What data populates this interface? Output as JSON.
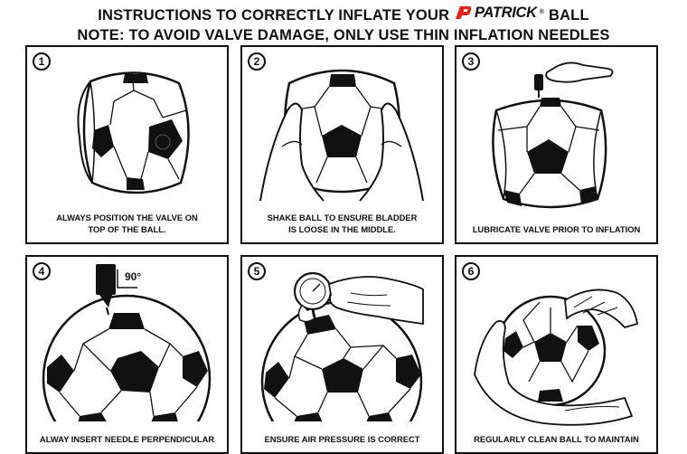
{
  "header": {
    "line1_prefix": "INSTRUCTIONS TO CORRECTLY INFLATE YOUR",
    "brand": "PATRICK",
    "brand_mark": "®",
    "line1_suffix": "BALL",
    "line2": "NOTE: TO AVOID VALVE DAMAGE, ONLY USE THIN INFLATION NEEDLES",
    "brand_color": "#e2231a"
  },
  "steps": [
    {
      "number": "1",
      "caption_line1": "ALWAYS POSITION THE VALVE ON",
      "caption_line2": "TOP OF THE BALL."
    },
    {
      "number": "2",
      "caption_line1": "SHAKE BALL TO ENSURE BLADDER",
      "caption_line2": "IS LOOSE IN THE MIDDLE."
    },
    {
      "number": "3",
      "caption_line1": "LUBRICATE VALVE PRIOR TO INFLATION",
      "caption_line2": ""
    },
    {
      "number": "4",
      "caption_line1": "ALWAY INSERT NEEDLE PERPENDICULAR",
      "caption_line2": "",
      "angle_label": "90°"
    },
    {
      "number": "5",
      "caption_line1": "ENSURE AIR PRESSURE IS CORRECT",
      "caption_line2": ""
    },
    {
      "number": "6",
      "caption_line1": "REGULARLY CLEAN BALL TO MAINTAIN",
      "caption_line2": ""
    }
  ]
}
